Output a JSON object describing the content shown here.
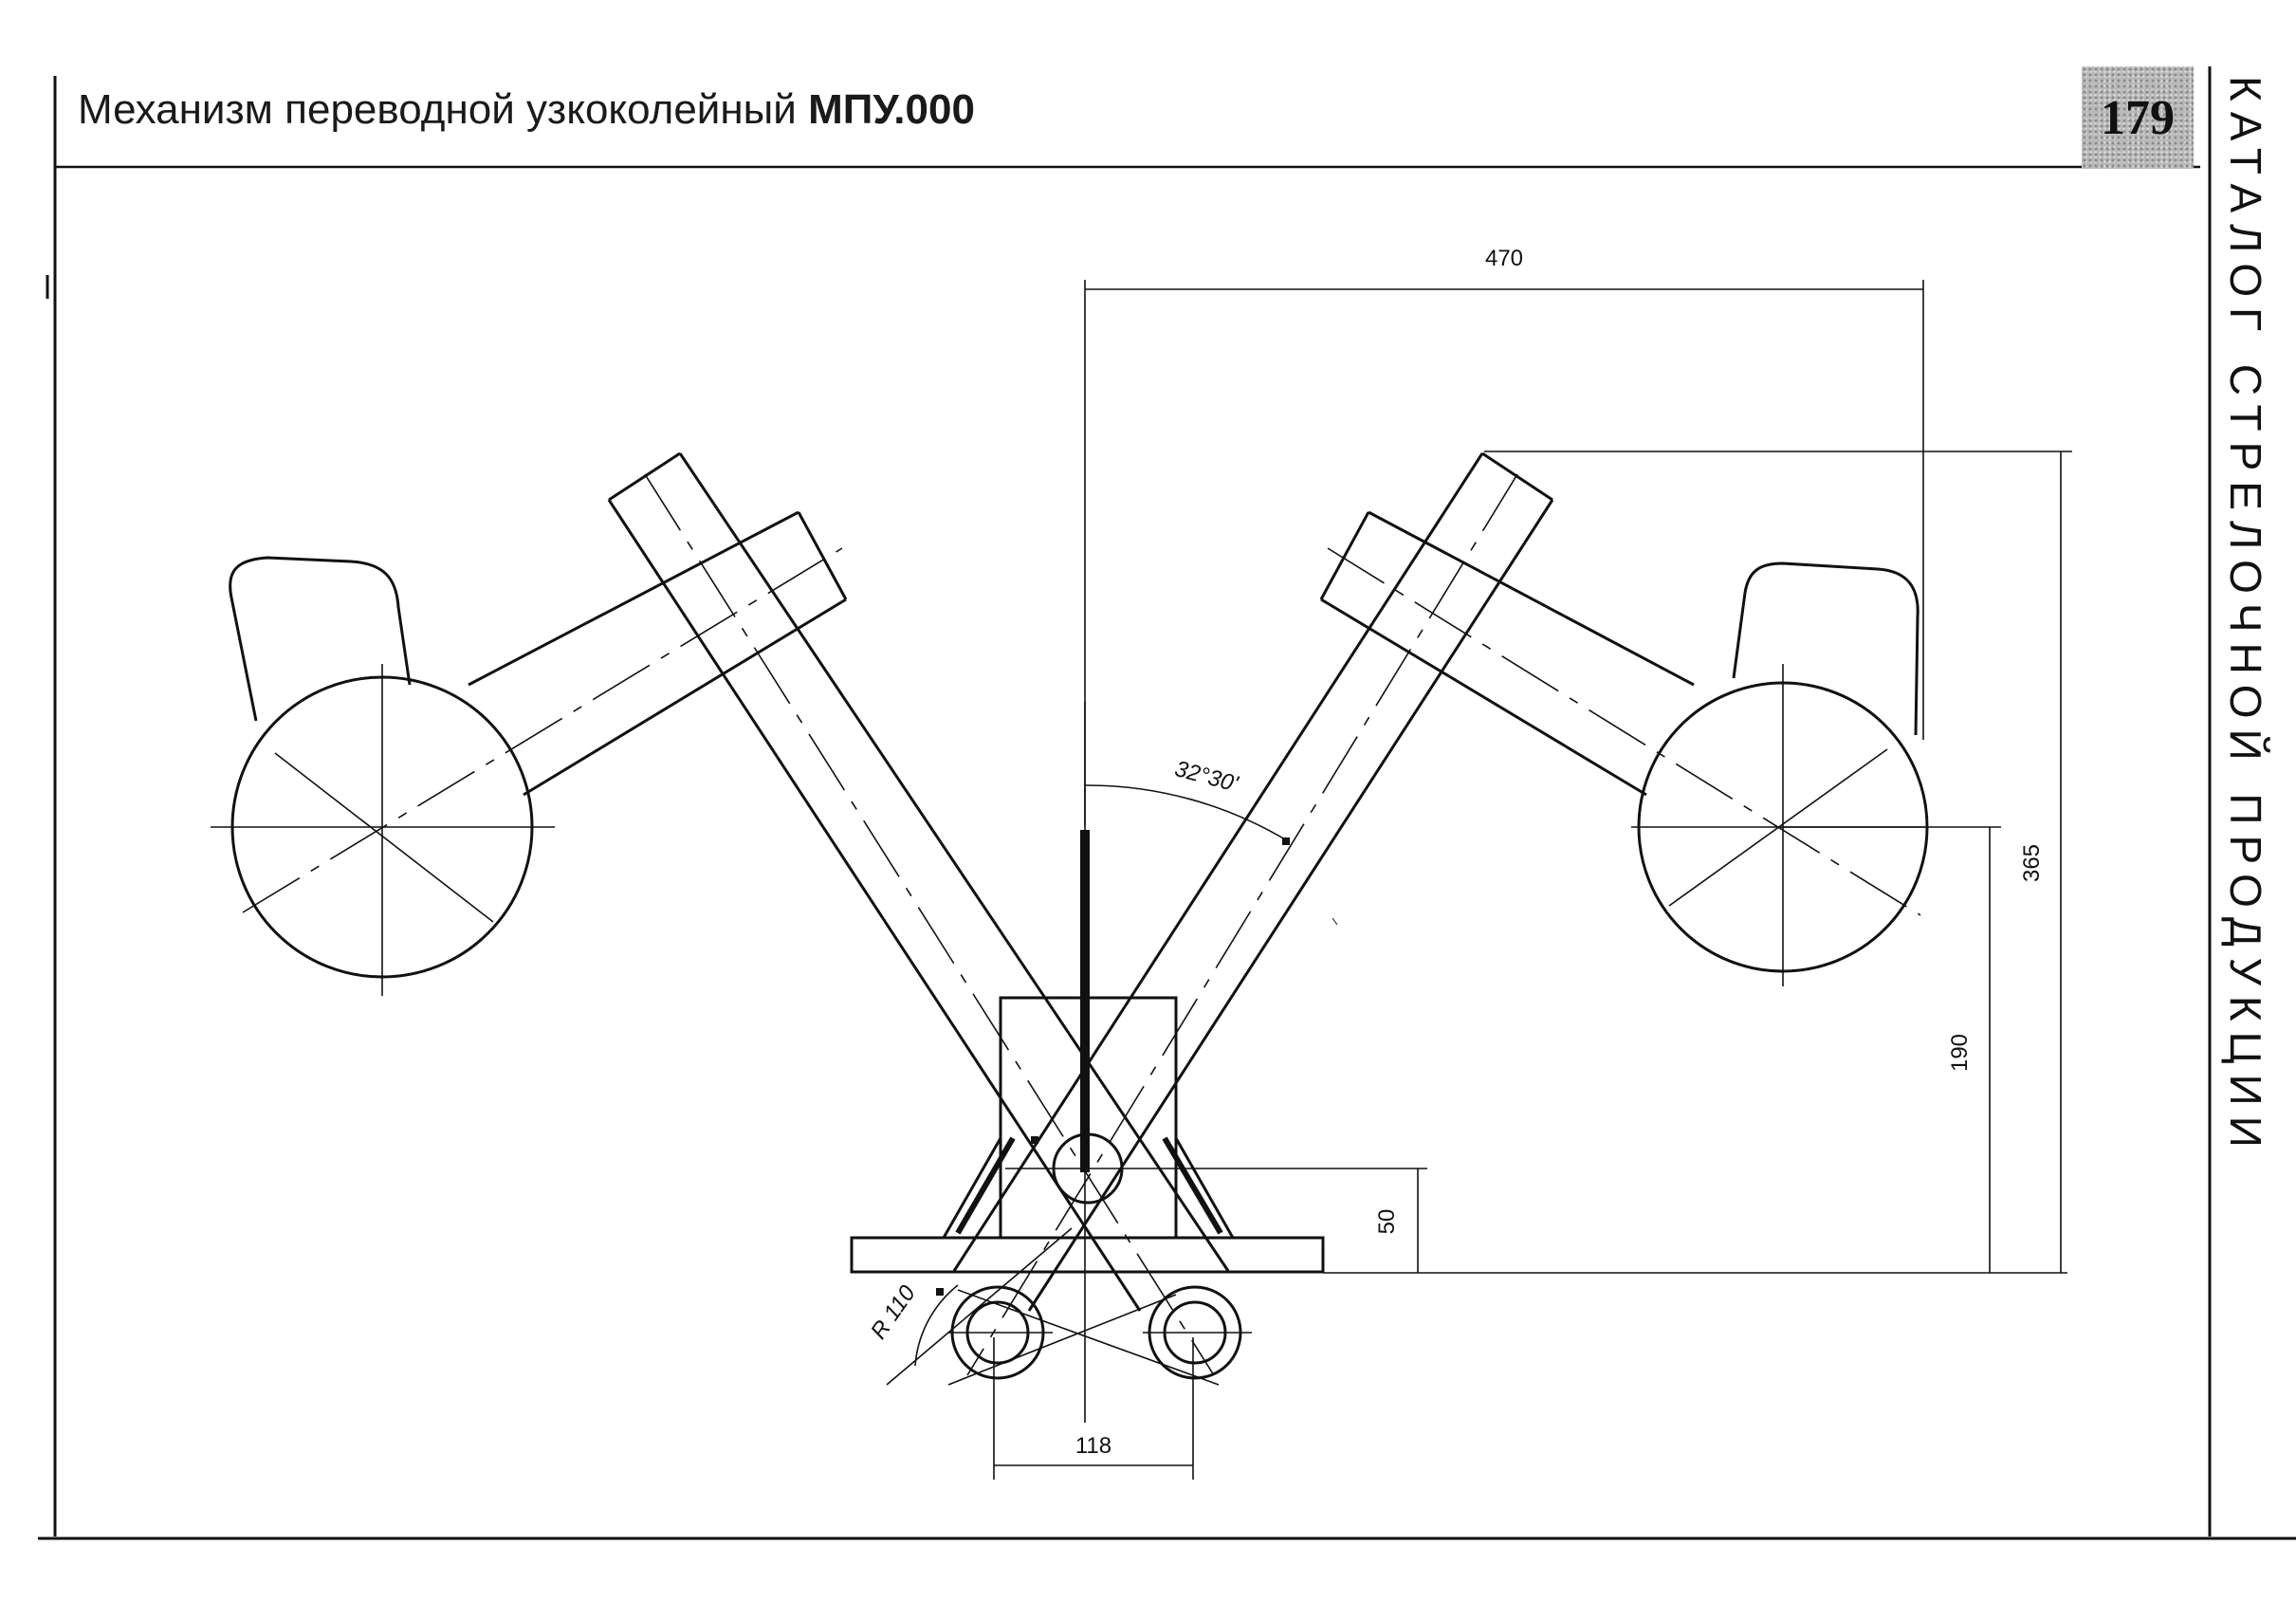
{
  "header": {
    "title_regular": "Механизм переводной узкоколейный",
    "title_bold": "МПУ.000",
    "page_number": "179"
  },
  "sidebar": {
    "vertical_text": "КАТАЛОГ СТРЕЛОЧНОЙ ПРОДУКЦИИ"
  },
  "drawing": {
    "dimensions": {
      "top_width": "470",
      "angle": "32°30'",
      "height_total": "365",
      "height_axis": "190",
      "height_base": "50",
      "radius": "R 110",
      "bottom_width": "118"
    }
  }
}
